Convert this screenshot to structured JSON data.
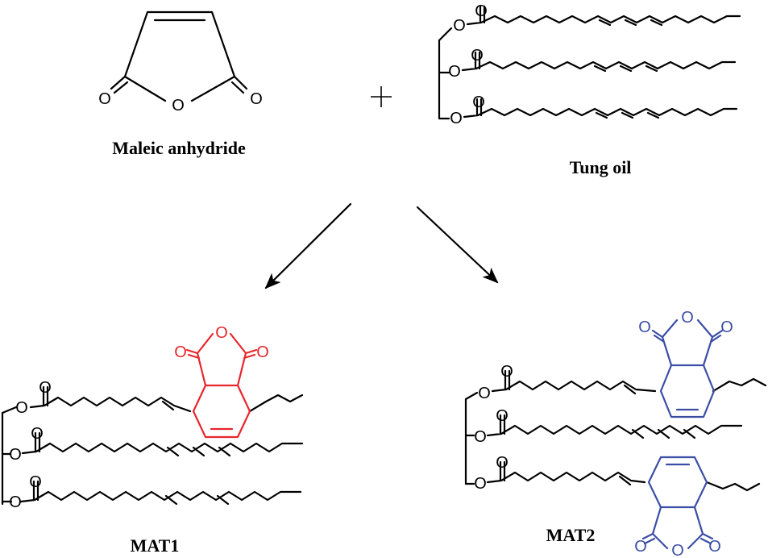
{
  "labels": {
    "maleic_anhydride": "Maleic anhydride",
    "tung_oil": "Tung oil",
    "mat1": "MAT1",
    "mat2": "MAT2"
  },
  "atoms": {
    "oxygen": "O"
  },
  "colors": {
    "bond": "#000000",
    "mat1_adduct": "#e8262c",
    "mat2_adduct": "#3b4ea5"
  }
}
